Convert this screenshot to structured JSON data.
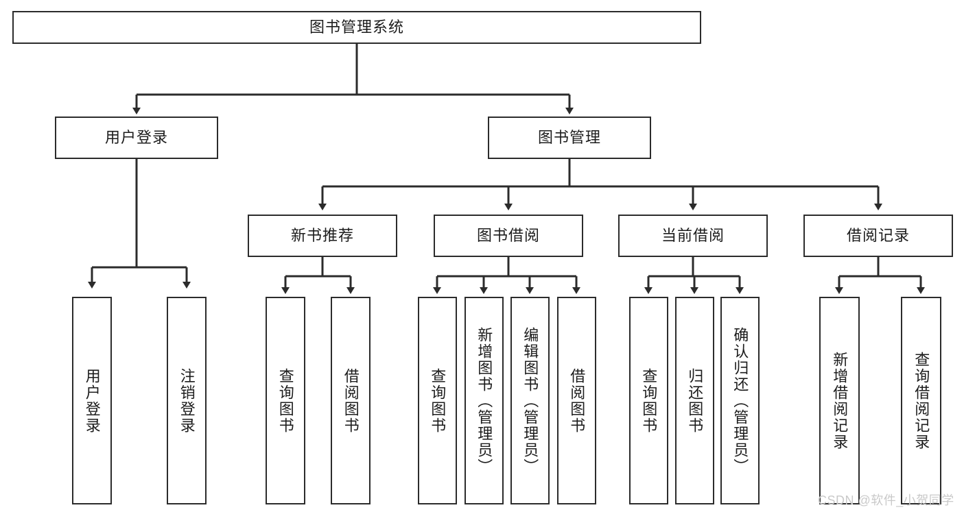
{
  "diagram": {
    "title": "图书管理系统",
    "style": {
      "border_color": "#2b2b2b",
      "text_color": "#1c1c1c",
      "background": "#ffffff",
      "edge_color": "#2b2b2b"
    },
    "root": {
      "label": "图书管理系统"
    },
    "level2": [
      {
        "label": "用户登录"
      },
      {
        "label": "图书管理"
      }
    ],
    "level3": [
      {
        "label": "新书推荐"
      },
      {
        "label": "图书借阅"
      },
      {
        "label": "当前借阅"
      },
      {
        "label": "借阅记录"
      }
    ],
    "leaves": {
      "user_login": [
        {
          "label": "用户登录"
        },
        {
          "label": "注销登录"
        }
      ],
      "new_book_recommend": [
        {
          "label": "查询图书"
        },
        {
          "label": "借阅图书"
        }
      ],
      "book_borrow": [
        {
          "label": "查询图书"
        },
        {
          "label": "新增图书（管理员）"
        },
        {
          "label": "编辑图书（管理员）"
        },
        {
          "label": "借阅图书"
        }
      ],
      "current_borrow": [
        {
          "label": "查询图书"
        },
        {
          "label": "归还图书"
        },
        {
          "label": "确认归还（管理员）"
        }
      ],
      "borrow_record": [
        {
          "label": "新增借阅记录"
        },
        {
          "label": "查询借阅记录"
        }
      ]
    },
    "watermark": "CSDN @软件_小贺同学"
  }
}
